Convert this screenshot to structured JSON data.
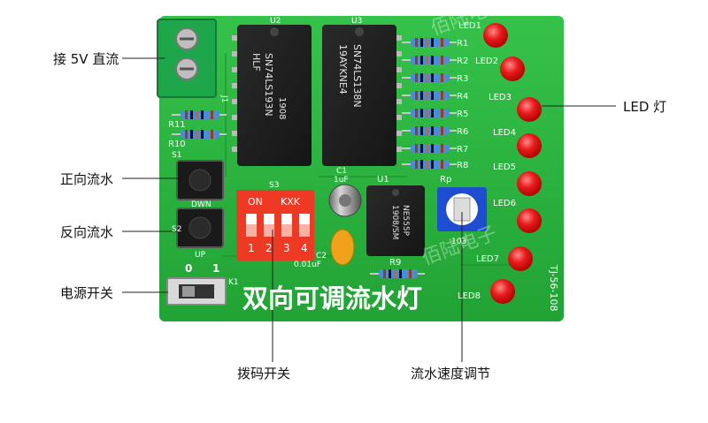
{
  "callouts": {
    "power_input": "接 5V 直流",
    "forward_flow": "正向流水",
    "reverse_flow": "反向流水",
    "power_switch": "电源开关",
    "dip_switch": "拨码开关",
    "speed_adjust": "流水速度调节",
    "led_lights": "LED 灯"
  },
  "board": {
    "title": "双向可调流水灯",
    "model": "TJ-56-108",
    "watermark": "佰陆电子",
    "chips": {
      "u2_ref": "U2",
      "u2_part": "SN74LS193N",
      "u2_brand": "HLF",
      "u2_code": "1908",
      "u3_ref": "U3",
      "u3_code": "19AYKNE4",
      "u3_part": "SN74LS138N",
      "u1_ref": "U1",
      "u1_code": "1908/SM",
      "u1_part": "NE555P"
    },
    "resistor_labels": [
      "R1",
      "R2",
      "R3",
      "R4",
      "R5",
      "R6",
      "R7",
      "R8"
    ],
    "r9": "R9",
    "r10": "R10",
    "r11": "R11",
    "led_labels": [
      "LED1",
      "LED2",
      "LED3",
      "LED4",
      "LED5",
      "LED6",
      "LED7",
      "LED8"
    ],
    "dip": {
      "ref": "S3",
      "on_label": "ON",
      "kxk_label": "KXK",
      "numbers": [
        "1",
        "2",
        "3",
        "4"
      ]
    },
    "cap1": {
      "ref": "C1",
      "value": "1uF"
    },
    "cap2": {
      "ref": "C2",
      "value": "0.01uF"
    },
    "pot": {
      "ref": "Rp",
      "value": "103"
    },
    "btn_dwn": "DWN",
    "btn_up": "UP",
    "btn_s1": "S1",
    "btn_s2": "S2",
    "switch_ref": "K1",
    "switch_0": "0",
    "switch_1": "1",
    "j_ref": "J1"
  }
}
